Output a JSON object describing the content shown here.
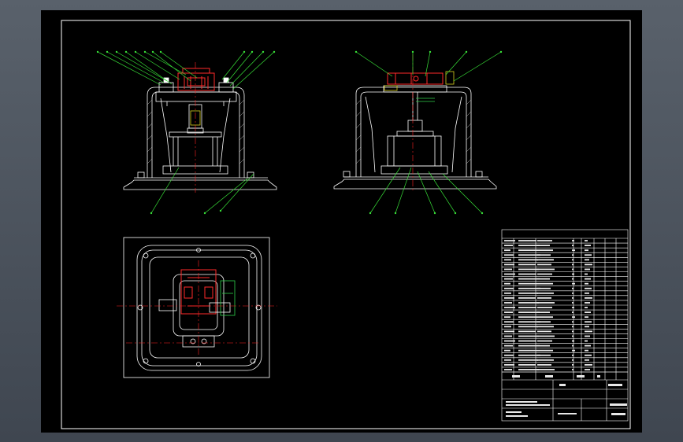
{
  "drawing": {
    "background": "#000000",
    "frame_color": "#ffffff",
    "line_color": "#ffffff",
    "part_color": "#ff2a2a",
    "leader_color": "#38e038",
    "center_color": "#ff2020",
    "dim_color": "#2fd24a"
  },
  "views": [
    {
      "id": "front-view"
    },
    {
      "id": "side-view"
    },
    {
      "id": "top-view"
    }
  ],
  "parts_list": {
    "rows": 28,
    "text_legible": false
  },
  "title_block": {
    "text_legible": false
  }
}
